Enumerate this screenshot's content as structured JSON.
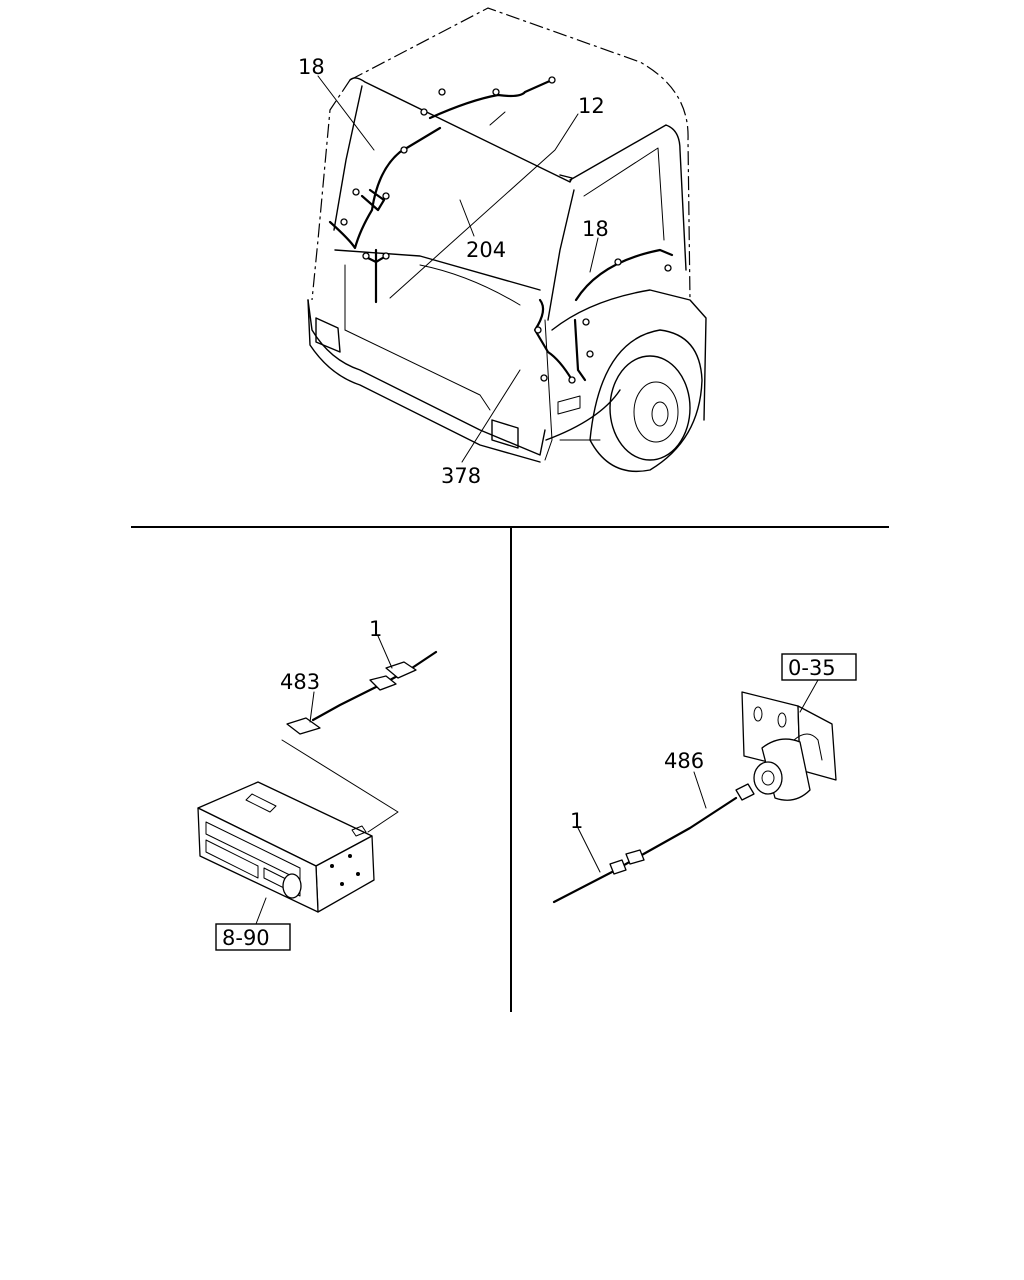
{
  "callouts": {
    "cab_harness_left": "18",
    "roof_harness": "12",
    "main_harness": "204",
    "cab_harness_right": "18",
    "front_harness": "378",
    "radio_antenna_lead": "1",
    "radio_feeder": "483",
    "radio_ref": "8-90",
    "antenna_ref": "0-35",
    "antenna_feeder": "486",
    "antenna_lead": "1"
  }
}
